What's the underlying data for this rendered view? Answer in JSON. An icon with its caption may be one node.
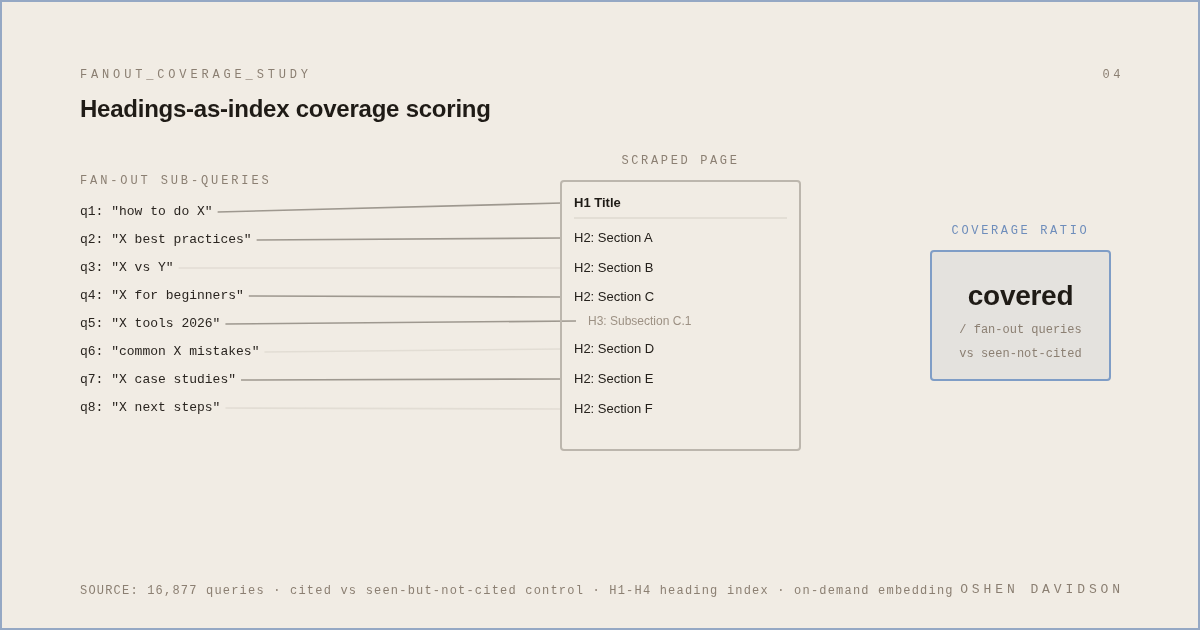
{
  "diagram": {
    "title": "Headings-as-index coverage scoring",
    "nodes": [
      {
        "text": [
          "q1: \"how to do X\""
        ]
      },
      {
        "text": [
          "q2: \"X best practices\""
        ]
      },
      {
        "text": [
          "q3: \"X vs Y\""
        ]
      },
      {
        "text": [
          "q4: \"X for beginners\""
        ]
      },
      {
        "text": [
          "q5: \"X tools 2026\""
        ]
      },
      {
        "text": [
          "q6: \"common X mistakes\""
        ]
      },
      {
        "text": [
          "q7: \"X case studies\""
        ]
      },
      {
        "text": [
          "q8: \"X next steps\""
        ]
      },
      {
        "text": [
          "SCRAPED PAGE"
        ]
      },
      {
        "text": [
          "H1 Title"
        ],
        "in": 8
      },
      {
        "text": [
          "H2: Section A"
        ],
        "in": 8
      },
      {
        "text": [
          "H2: Section B"
        ],
        "in": 8
      },
      {
        "text": [
          "H2: Section C"
        ],
        "in": 8
      },
      {
        "text": [
          "H3: Subsection C.1"
        ],
        "in": 8
      },
      {
        "text": [
          "H2: Section D"
        ],
        "in": 8
      },
      {
        "text": [
          "H2: Section E"
        ],
        "in": 8
      },
      {
        "text": [
          "H2: Section F"
        ],
        "in": 8
      },
      {
        "text": [
          "COVERAGE RATIO",
          "covered",
          "/ fan-out queries",
          "vs seen-not-cited"
        ]
      }
    ],
    "edges": [
      {
        "from": 0,
        "to": 9,
        "arrow": "none"
      },
      {
        "from": 1,
        "to": 10,
        "arrow": "none"
      },
      {
        "from": 2,
        "to": 11,
        "arrow": "none",
        "color": "#e2ddd4"
      },
      {
        "from": 3,
        "to": 12,
        "arrow": "none"
      },
      {
        "from": 4,
        "to": 13,
        "arrow": "none"
      },
      {
        "from": 5,
        "to": 14,
        "arrow": "none",
        "color": "#e2ddd4"
      },
      {
        "from": 6,
        "to": 15,
        "arrow": "none"
      },
      {
        "from": 7,
        "to": 16,
        "arrow": "none",
        "color": "#e2ddd4"
      }
    ],
    "labels": [
      "FANOUT_COVERAGE_STUDY",
      "04",
      "FAN-OUT SUB-QUERIES",
      "SOURCE: 16,877 queries · cited vs seen-but-not-cited control · H1-H4 heading index · on-demand embedding",
      "OSHEN DAVIDSON"
    ]
  }
}
